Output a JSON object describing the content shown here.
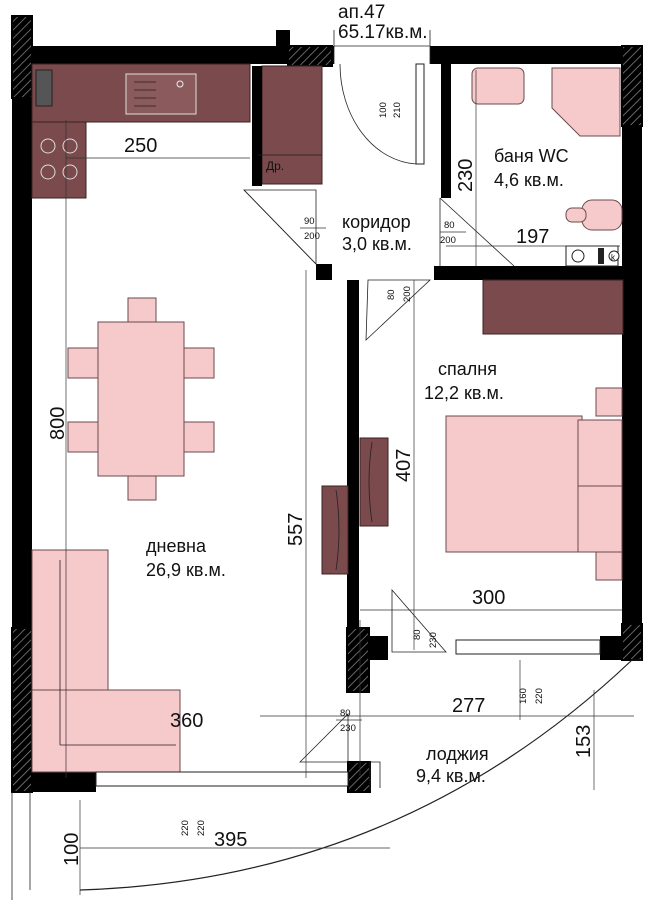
{
  "apartment": {
    "number": "ап.47",
    "area": "65.17кв.м."
  },
  "rooms": {
    "living": {
      "name": "дневна",
      "area": "26,9 кв.м."
    },
    "corridor": {
      "name": "коридор",
      "area": "3,0 кв.м."
    },
    "bath": {
      "name": "баня WC",
      "area": "4,6 кв.м."
    },
    "bedroom": {
      "name": "спалня",
      "area": "12,2 кв.м."
    },
    "loggia": {
      "name": "лоджия",
      "area": "9,4 кв.м."
    }
  },
  "dimensions": {
    "kitchen_width": "250",
    "living_height": "800",
    "living_depth": "557",
    "living_bottom": "360",
    "bottom_total": "395",
    "loggia_depth": "100",
    "bath_height": "230",
    "bath_width": "197",
    "bedroom_height": "407",
    "bedroom_width": "300",
    "loggia_width": "277",
    "loggia_right": "153"
  },
  "door_labels": {
    "entry": [
      "100",
      "210"
    ],
    "living": [
      "90",
      "200"
    ],
    "bath": [
      "80",
      "200"
    ],
    "bedroom": [
      "80",
      "200"
    ],
    "bedroom_balcony": [
      "80",
      "230"
    ],
    "living_balcony": [
      "80",
      "230"
    ],
    "bedroom_window": [
      "160",
      "220"
    ],
    "living_window": [
      "220",
      "220"
    ]
  },
  "labels": {
    "pantry": "Др."
  },
  "icons": {
    "boiler": "k"
  },
  "colors": {
    "wall": "#000000",
    "furniture": "#f6c9cb",
    "cabinet": "#7a4a4d"
  }
}
